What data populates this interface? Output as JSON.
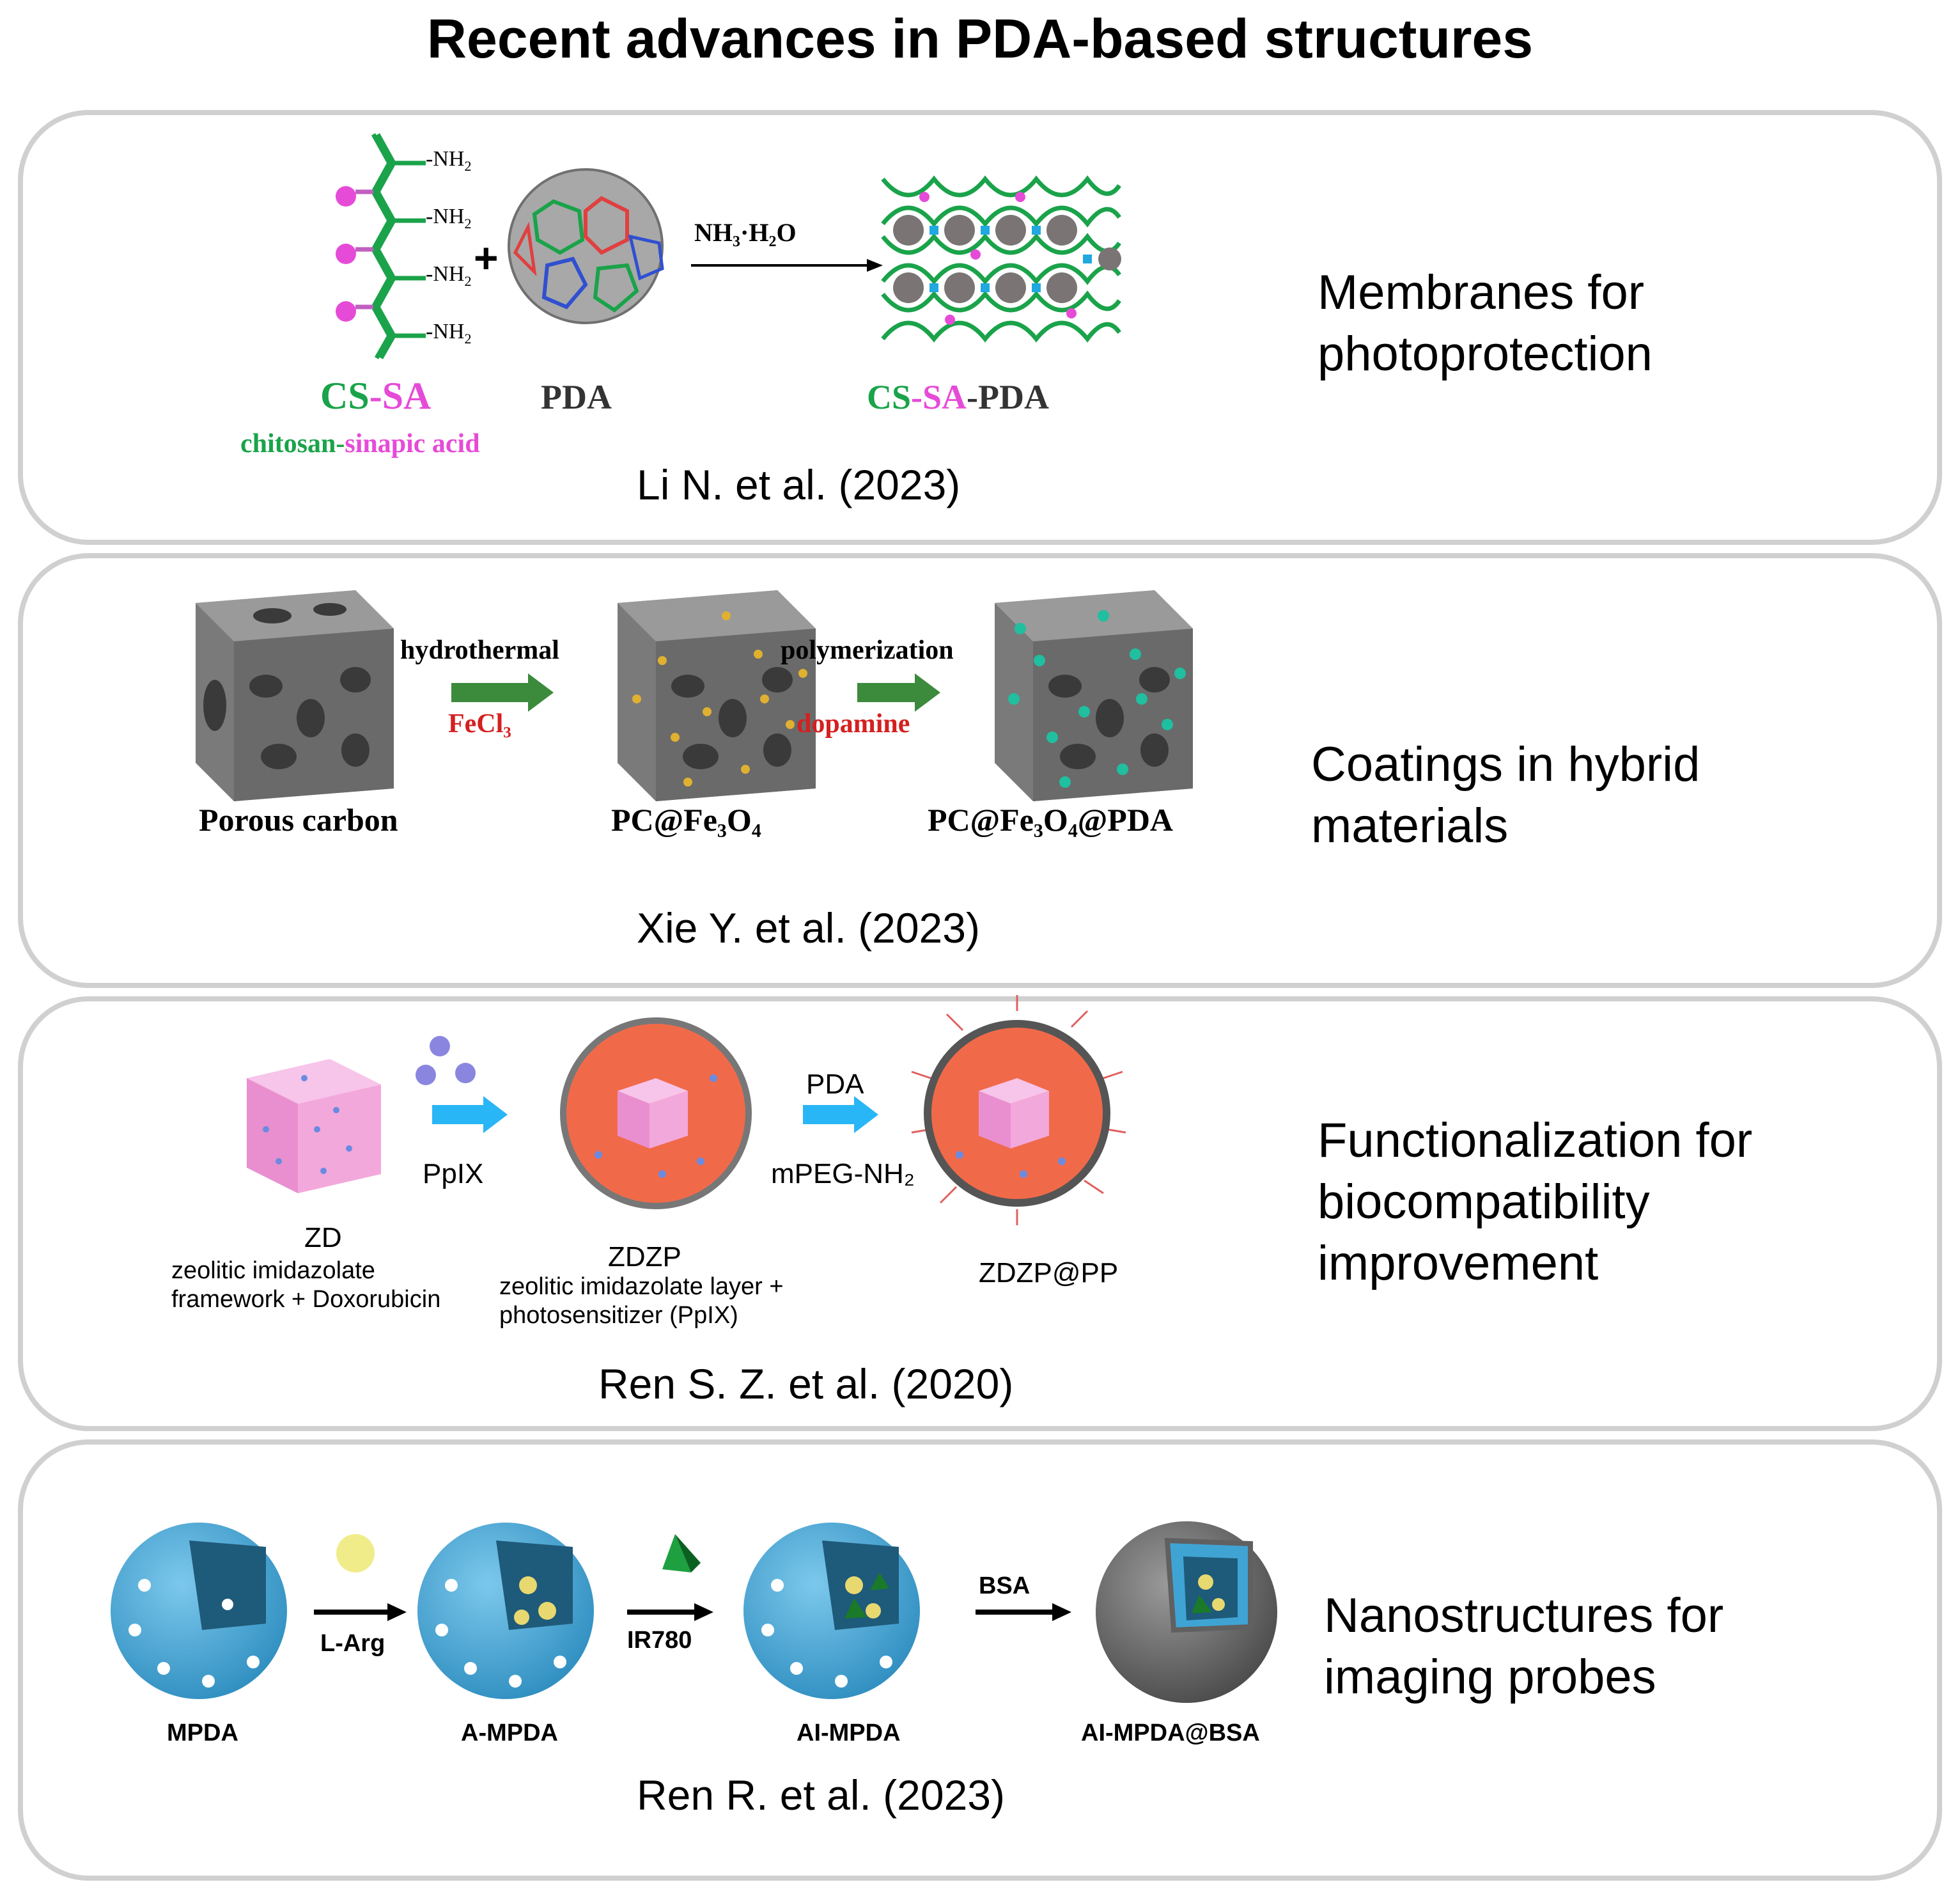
{
  "title": "Recent advances in PDA-based structures",
  "panels": [
    {
      "category": "Membranes for photoprotection",
      "citation": "Li N. et al. (2023)",
      "labels": {
        "nh2": "-NH",
        "cs": "CS",
        "dash": "-",
        "sa": "SA",
        "pda": "PDA",
        "chitosan": "chitosan-",
        "sinapic": "sinapic acid",
        "plus": "+",
        "reagent": "NH₃·H₂O",
        "cs2": "CS",
        "sa2": "SA",
        "pda2": "-PDA"
      }
    },
    {
      "category": "Coatings in hybrid materials",
      "citation": "Xie Y. et al. (2023)",
      "labels": {
        "step1_top": "hydrothermal",
        "step1_bottom": "FeCl₃",
        "step2_top": "polymerization",
        "step2_bottom": "dopamine",
        "s1": "Porous carbon",
        "s2": "PC@Fe₃O₄",
        "s3": "PC@Fe₃O₄@PDA"
      }
    },
    {
      "category": "Functionalization for biocompatibility improvement",
      "citation": "Ren S. Z. et al. (2020)",
      "labels": {
        "zd": "ZD",
        "zd_desc1": "zeolitic imidazolate",
        "zd_desc2": "framework + Doxorubicin",
        "ppix": "PpIX",
        "zdzp": "ZDZP",
        "zdzp_desc1": "zeolitic imidazolate layer +",
        "zdzp_desc2": "photosensitizer (PpIX)",
        "pda": "PDA",
        "mpeg": "mPEG-NH₂",
        "zdzppp": "ZDZP@PP"
      }
    },
    {
      "category": "Nanostructures for imaging probes",
      "citation": "Ren R. et al. (2023)",
      "labels": {
        "larg": "L-Arg",
        "ir780": "IR780",
        "bsa": "BSA",
        "s1": "MPDA",
        "s2": "A-MPDA",
        "s3": "AI-MPDA",
        "s4": "AI-MPDA@BSA"
      }
    }
  ],
  "colors": {
    "panel_border": "#d0d0d0",
    "chitosan_green": "#1aa34a",
    "sinapic_magenta": "#e64bd8",
    "fecl3_red": "#d42020",
    "arrow_green": "#3c8a3c",
    "arrow_blue": "#29b6f6",
    "sphere_blue": "#3fa4d4",
    "zif_pink": "#f3a8dc"
  }
}
